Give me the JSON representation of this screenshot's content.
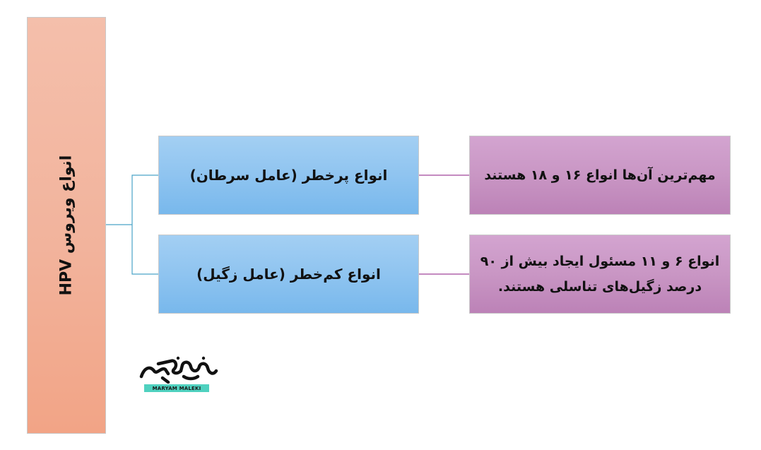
{
  "diagram": {
    "root": {
      "label": "انواع ویروس HPV"
    },
    "branches": [
      {
        "label": "انواع پرخطر (عامل سرطان)",
        "detail": "مهم‌ترین آن‌ها انواع ۱۶ و ۱۸ هستند"
      },
      {
        "label": "انواع کم‌خطر (عامل زگیل)",
        "detail_line1": "انواع ۶ و ۱۱ مسئول ایجاد بیش از ۹۰",
        "detail_line2": "درصد زگیل‌های تناسلی هستند."
      }
    ]
  },
  "logo": {
    "text": "MARYAM MALEKI",
    "script_text": "مریم ملکی"
  },
  "colors": {
    "root_fill": "#f2b39c",
    "branch_fill": "#8fc4f0",
    "detail_fill": "#c996c4",
    "branch_connector": "#4aa3c7",
    "detail_connector": "#a0459a",
    "logo_band": "#4fd1bf"
  }
}
